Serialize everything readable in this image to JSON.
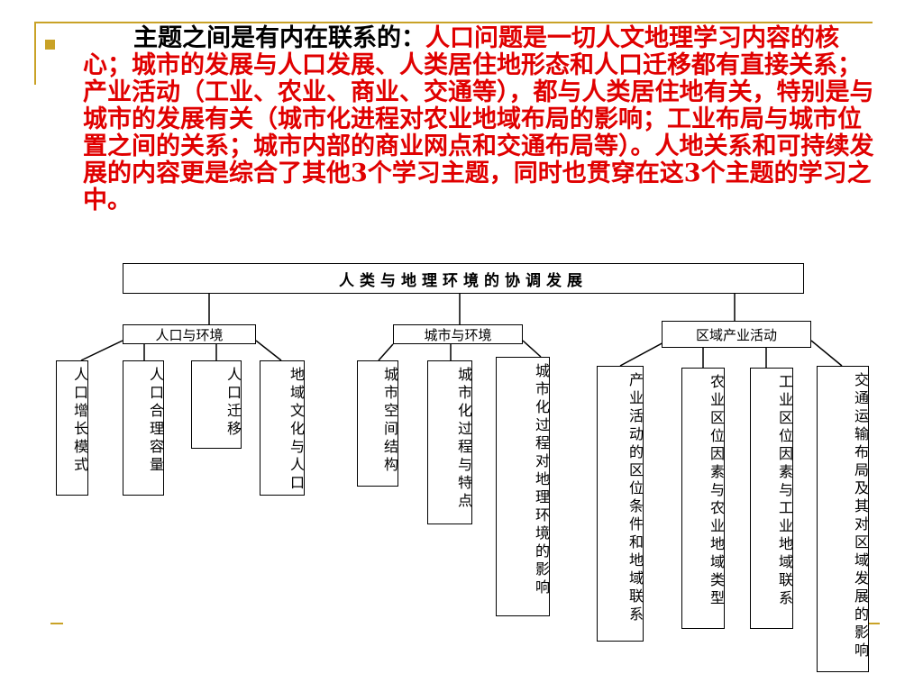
{
  "paragraph": {
    "lead": "主题之间是有内在联系的：",
    "body": "人口问题是一切人文地理学习内容的核心；城市的发展与人口发展、人类居住地形态和人口迁移都有直接关系；产业活动（工业、农业、商业、交通等），都与人类居住地有关，特别是与城市的发展有关（城市化进程对农业地域布局的影响；工业布局与城市位置之间的关系；城市内部的商业网点和交通布局等）。人地关系和可持续发展的内容更是综合了其他3个学习主题，同时也贯穿在这3个主题的学习之中。"
  },
  "diagram": {
    "root": "人类与地理环境的协调发展",
    "groups": [
      {
        "label": "人口与环境",
        "children": [
          "人口增长模式",
          "人口合理容量",
          "人口迁移",
          "地域文化与人口"
        ]
      },
      {
        "label": "城市与环境",
        "children": [
          "城市空间结构",
          "城市化过程与特点",
          "城市化过程对地理环境的影响"
        ]
      },
      {
        "label": "区域产业活动",
        "children": [
          "产业活动的区位条件和地域联系",
          "农业区位因素与农业地域类型",
          "工业区位因素与工业地域联系",
          "交通运输布局及其对区域发展的影响"
        ]
      }
    ]
  },
  "colors": {
    "accent": "#c9a227",
    "text_red": "#e00000",
    "text_black": "#000000"
  }
}
